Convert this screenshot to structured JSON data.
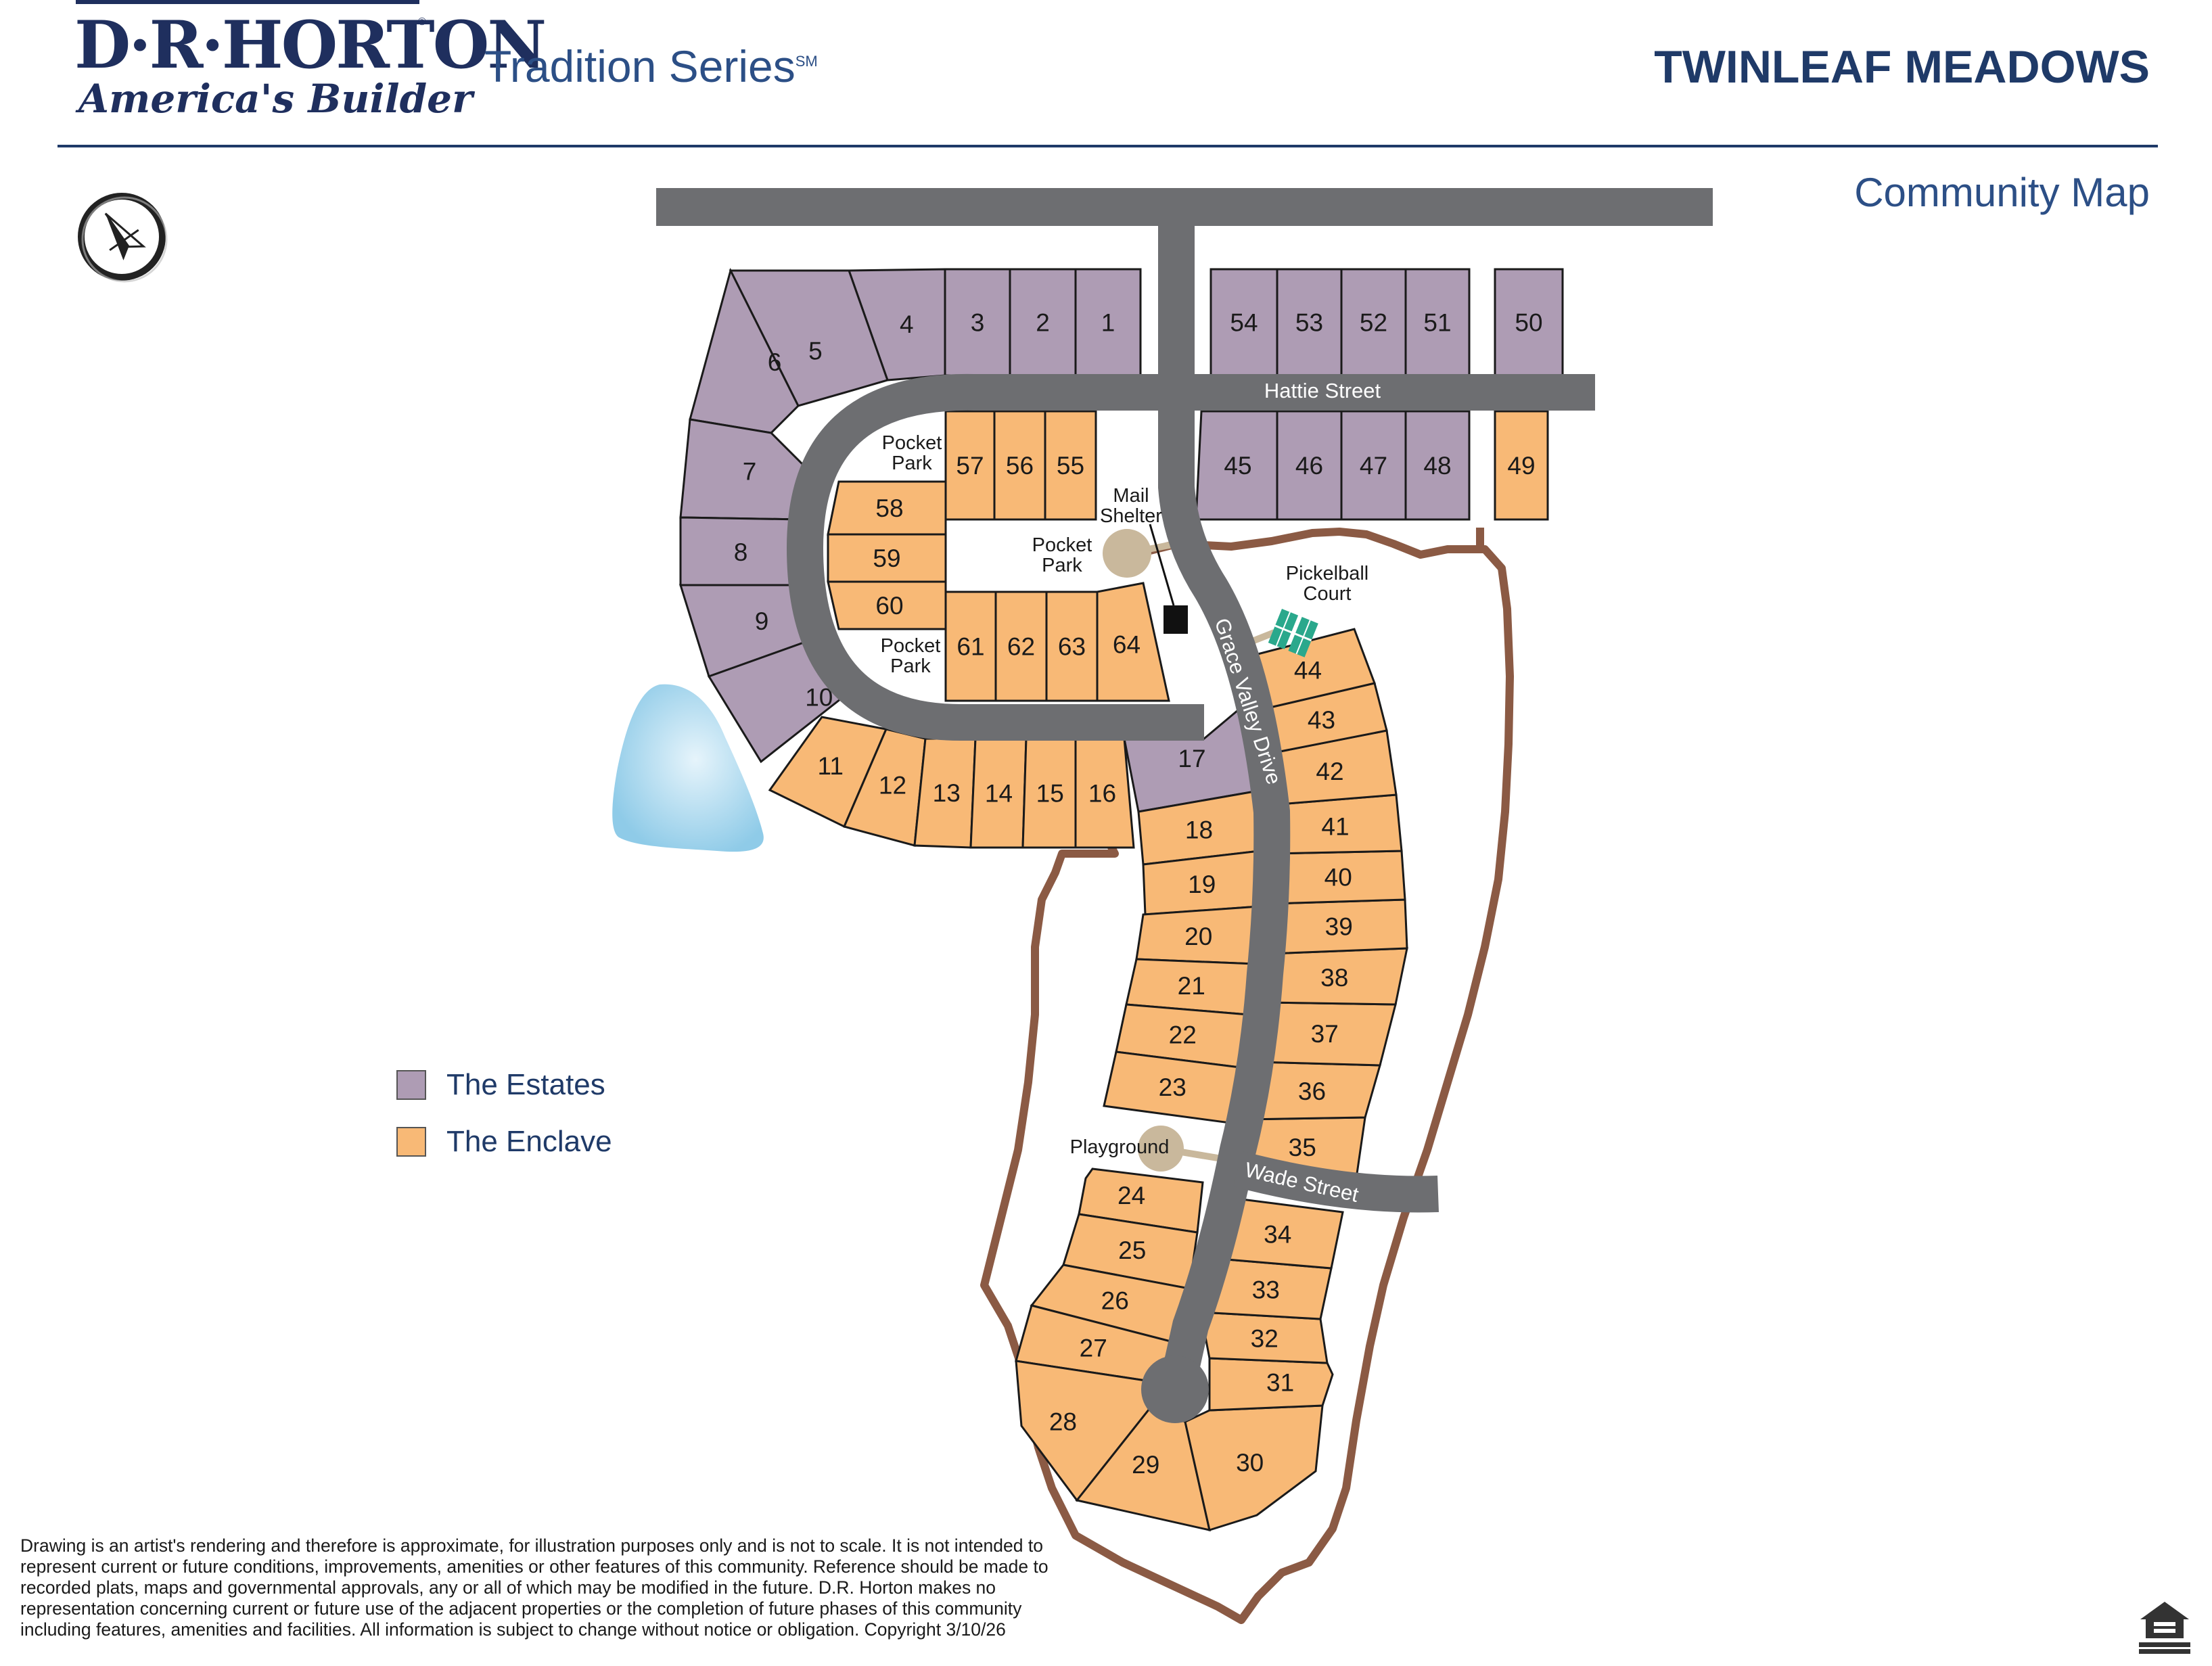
{
  "header": {
    "logo_main": "D·R·HORTON",
    "logo_tagline": "America's Builder",
    "series": "Tradition Series",
    "series_mark": "SM",
    "community_name": "TWINLEAF MEADOWS",
    "map_title": "Community Map"
  },
  "colors": {
    "estates": "#ae9cb4",
    "enclave": "#f8b976",
    "road": "#6d6e71",
    "trail": "#8b5a44",
    "pond": "#8fcbe8",
    "pickleball": "#2aa88c",
    "amenity_circle": "#c9b89c",
    "brand_navy": "#1f3a68"
  },
  "streets": {
    "hattie": "Hattie Street",
    "grace_valley": "Grace Valley Drive",
    "wade": "Wade Street"
  },
  "amenities": {
    "pocket_park_line1": "Pocket",
    "pocket_park_line2": "Park",
    "mail_line1": "Mail",
    "mail_line2": "Shelter",
    "pickleball_line1": "Pickelball",
    "pickleball_line2": "Court",
    "playground": "Playground"
  },
  "legend": [
    {
      "label": "The Estates",
      "color": "#ae9cb4"
    },
    {
      "label": "The Enclave",
      "color": "#f8b976"
    }
  ],
  "lots": {
    "estates": [
      "1",
      "2",
      "3",
      "4",
      "5",
      "6",
      "7",
      "8",
      "9",
      "10",
      "17",
      "45",
      "46",
      "47",
      "48",
      "50",
      "51",
      "52",
      "53",
      "54"
    ],
    "enclave": [
      "11",
      "12",
      "13",
      "14",
      "15",
      "16",
      "18",
      "19",
      "20",
      "21",
      "22",
      "23",
      "24",
      "25",
      "26",
      "27",
      "28",
      "29",
      "30",
      "31",
      "32",
      "33",
      "34",
      "35",
      "36",
      "37",
      "38",
      "39",
      "40",
      "41",
      "42",
      "43",
      "44",
      "49",
      "55",
      "56",
      "57",
      "58",
      "59",
      "60",
      "61",
      "62",
      "63",
      "64"
    ]
  },
  "disclaimer": "Drawing is an artist's rendering and therefore is approximate, for illustration purposes only and is not to scale. It is not intended to represent current or future conditions, improvements, amenities or other features of this community. Reference should be made to recorded plats, maps and governmental approvals, any or all of which may be modified in the future. D.R. Horton makes no representation concerning current or future use of the adjacent properties or the completion of future phases of this community including features, amenities and facilities. All information is subject to change without notice or obligation. Copyright 3/10/26",
  "icons": {
    "compass": "north-arrow-icon",
    "equal_housing": "equal-housing-opportunity-icon"
  }
}
